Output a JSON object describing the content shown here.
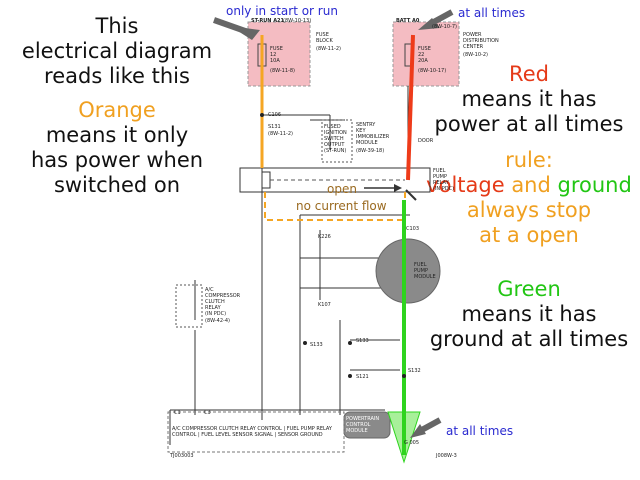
{
  "left": {
    "line1": "This",
    "line2": "electrical diagram",
    "line3": "reads like this",
    "orange_title": "Orange",
    "orange_l1": "means it only",
    "orange_l2": "has power when",
    "orange_l3": "switched on"
  },
  "right": {
    "red_title": "Red",
    "red_l1": "means it has",
    "red_l2": "power at all times",
    "rule_title": "rule:",
    "rule_voltage": "voltage",
    "rule_and": " and ",
    "rule_ground": "ground",
    "rule_l2": "always stop",
    "rule_l3": "at a open",
    "green_title": "Green",
    "green_l1": "means it has",
    "green_l2": "ground at all times"
  },
  "callouts": {
    "only_start_run": "only in start or run",
    "at_all_times_top": "at all times",
    "at_all_times_bottom": "at all times",
    "open": "open",
    "no_current_flow": "no current flow"
  },
  "diagram": {
    "st_run": "ST-RUN A21",
    "st_run_ref": "(8W-10-13)",
    "fuse_block": "FUSE\nBLOCK",
    "fuse_block_ref": "(8W-11-2)",
    "fuse1": "FUSE\n12\n10A",
    "fuse1_ref": "(8W-11-8)",
    "batt": "BATT A0",
    "batt_ref": "(8W-10-7)",
    "pdc": "POWER\nDISTRIBUTION\nCENTER",
    "pdc_ref": "(8W-10-2)",
    "fuse2": "FUSE\n22\n20A",
    "fuse2_ref": "(8W-10-17)",
    "c106": "C106",
    "s131": "S131",
    "s131_ref": "(8W-11-2)",
    "fused_ign": "FUSED\nIGNITION\nSWITCH\nOUTPUT\n(ST-RUN)",
    "skim": "SENTRY\nKEY\nIMMOBILIZER\nMODULE",
    "skim_ref": "(8W-39-18)",
    "door": "DOOR",
    "relay": "FUEL\nPUMP\nRELAY\n(IN PDC)",
    "c103": "C103",
    "k226": "K226",
    "fuel_pump_module": "FUEL\nPUMP\nMODULE",
    "k107": "K107",
    "ac_relay": "A/C\nCOMPRESSOR\nCLUTCH\nRELAY\n(IN PDC)",
    "ac_relay_ref": "(8W-42-4)",
    "s133a": "S133",
    "s133b": "S133",
    "s121": "S121",
    "s132": "S132",
    "pcm": "POWERTRAIN\nCONTROL\nMODULE",
    "g_ref": "G 005",
    "c1": "C1",
    "c3": "C3",
    "pin_labels": "A/C COMPRESSOR CLUTCH RELAY CONTROL | FUEL PUMP RELAY CONTROL | FUEL LEVEL SENSOR SIGNAL | SENSOR GROUND",
    "footer_left": "TJ003003",
    "footer_right": "J008W-3"
  },
  "colors": {
    "orange_wire": "#f5a623",
    "red_wire": "#ee3b1a",
    "green_wire": "#2ed41e",
    "fuse_box_fill": "#f4bcc2",
    "pump_gray": "#888888",
    "callout_blue": "#2a2ad0",
    "callout_brown": "#9a6a20"
  }
}
